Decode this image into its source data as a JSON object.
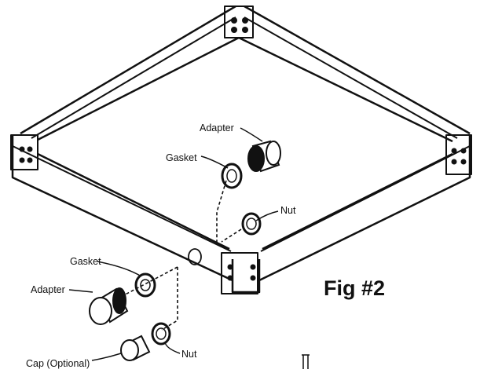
{
  "figure": {
    "label": "Fig #2"
  },
  "callouts": {
    "adapter_top": "Adapter",
    "gasket_top": "Gasket",
    "nut_top": "Nut",
    "gasket_left": "Gasket",
    "adapter_left": "Adapter",
    "nut_bottom": "Nut",
    "cap": "Cap (Optional)"
  },
  "colors": {
    "ink": "#111111",
    "paper": "#ffffff"
  }
}
